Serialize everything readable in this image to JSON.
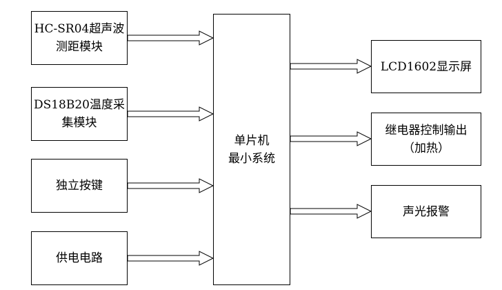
{
  "diagram": {
    "inputs": [
      {
        "id": "ultrasonic",
        "label": "HC-SR04超声波\n测距模块"
      },
      {
        "id": "temperature",
        "label": "DS18B20温度采\n集模块"
      },
      {
        "id": "keys",
        "label": "独立按键"
      },
      {
        "id": "power",
        "label": "供电电路"
      }
    ],
    "core": {
      "label": "单片机\n最小系统"
    },
    "outputs": [
      {
        "id": "lcd",
        "label": "LCD1602显示屏"
      },
      {
        "id": "relay",
        "label": "继电器控制输出\n（加热）"
      },
      {
        "id": "alarm",
        "label": "声光报警"
      }
    ],
    "colors": {
      "line": "#000000",
      "fill": "#ffffff"
    }
  }
}
